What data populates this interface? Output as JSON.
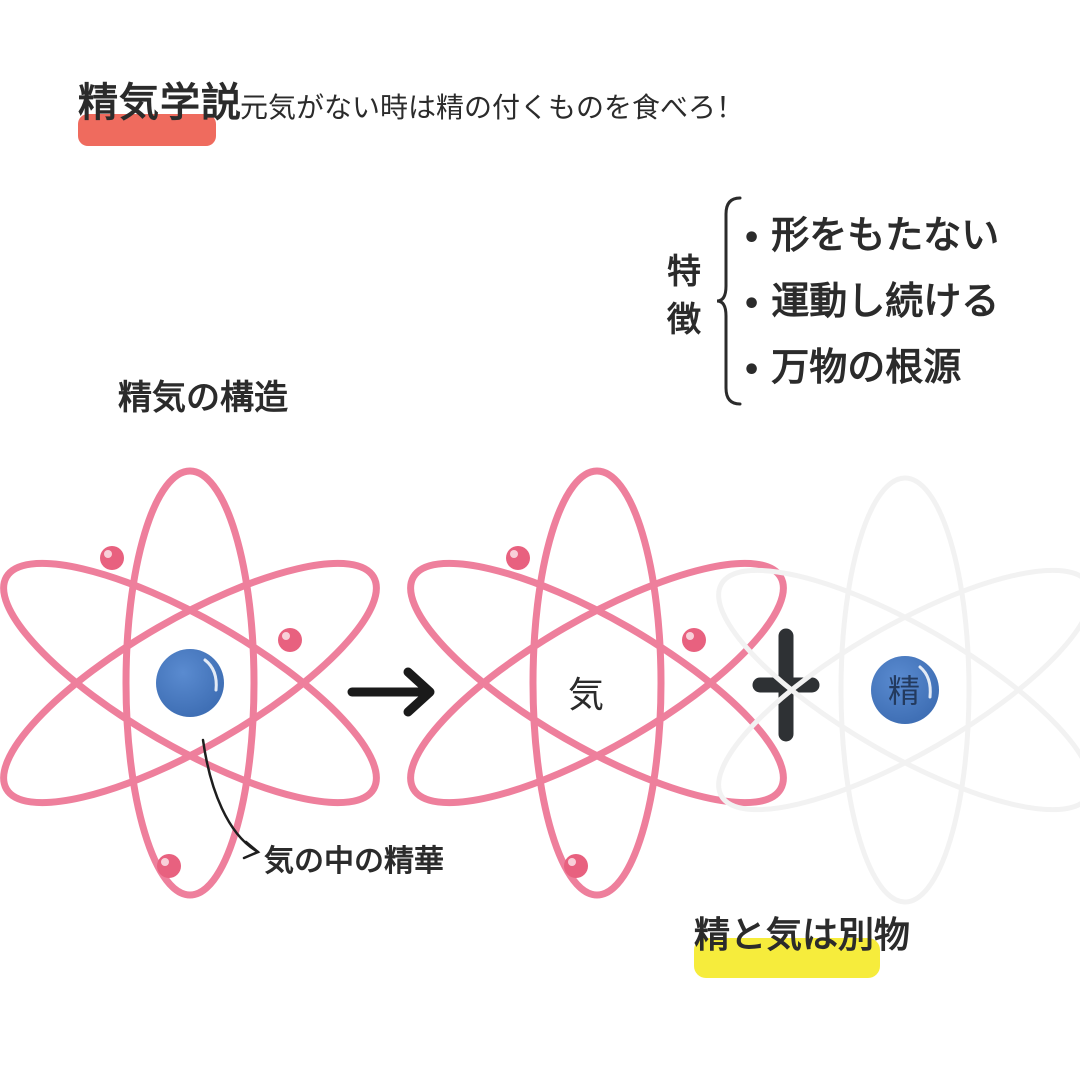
{
  "header": {
    "title": "精気学説",
    "subtitle": "元気がない時は精の付くものを食べろ！"
  },
  "features": {
    "label": "特徴",
    "items": [
      "形をもたない",
      "運動し続ける",
      "万物の根源"
    ]
  },
  "structure": {
    "title": "精気の構造",
    "annotation": "気の中の精華",
    "ki_label": "気",
    "sei_label": "精"
  },
  "conclusion": {
    "label": "精と気は別物"
  },
  "colors": {
    "title_highlight": "#ef6b5e",
    "conclusion_highlight": "#f6ec3c",
    "orbit": "#ee7f9c",
    "electron": "#e8617f",
    "nucleus": "#4a7cc2",
    "symbol": "#2e3134"
  },
  "icons": [
    "atom-icon",
    "arrow-right-icon",
    "plus-icon",
    "curved-arrow-icon",
    "brace-icon"
  ]
}
